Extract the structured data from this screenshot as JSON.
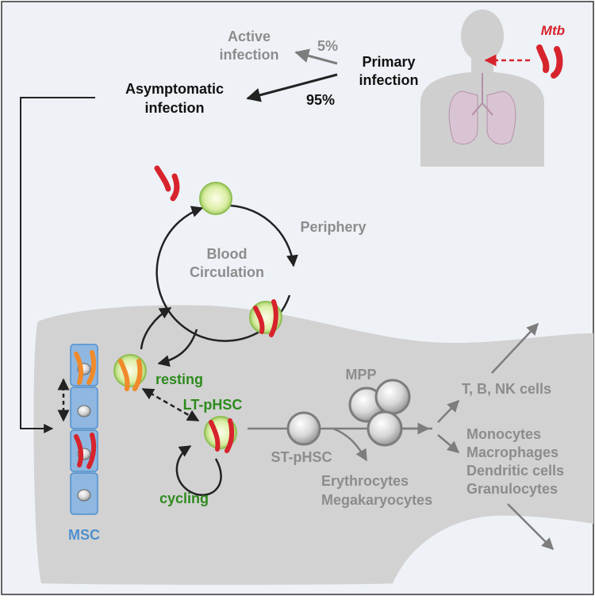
{
  "infection": {
    "active_line1": "Active",
    "active_line2": "infection",
    "active_pct": "5%",
    "primary_line1": "Primary",
    "primary_line2": "infection",
    "asymptomatic_line1": "Asymptomatic",
    "asymptomatic_line2": "infection",
    "asymptomatic_pct": "95%",
    "pathogen": "Mtb"
  },
  "circulation": {
    "periphery": "Periphery",
    "line1": "Blood",
    "line2": "Circulation"
  },
  "marrow": {
    "resting": "resting",
    "lt_phsc": "LT-pHSC",
    "cycling": "cycling",
    "st_phsc": "ST-pHSC",
    "mpp": "MPP",
    "msc": "MSC",
    "erythrocytes": "Erythrocytes",
    "megakaryocytes": "Megakaryocytes",
    "lymphoid": "T, B, NK cells",
    "myeloid": [
      "Monocytes",
      "Macrophages",
      "Dendritic cells",
      "Granulocytes"
    ]
  },
  "colors": {
    "pathogen_red": "#d7232c",
    "label_green": "#2e8b1e",
    "msc_blue": "#4f8fce",
    "bone_gray": "#d2d2d2",
    "text_gray": "#8c8c8c"
  }
}
